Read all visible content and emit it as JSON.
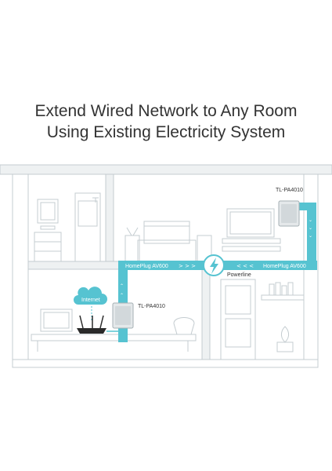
{
  "headline": {
    "line1": "Extend Wired Network to Any Room",
    "line2": "Using Existing Electricity System"
  },
  "labels": {
    "adapter_upstairs": "TL-PA4010",
    "adapter_downstairs": "TL-PA4010",
    "link_left": "HomePlug AV600",
    "link_right": "HomePlug AV600",
    "powerline": "Powerline",
    "internet": "Internet",
    "arrows_right": "> > >",
    "arrows_left": "< < <"
  },
  "colors": {
    "accent": "#56c3d1",
    "line": "#c4ccd0",
    "wall": "#eef1f2",
    "text": "#333333"
  },
  "icons": {
    "powerline": "lightning-icon",
    "cloud": "cloud-icon",
    "router": "router-icon",
    "adapter": "powerline-adapter-icon"
  }
}
